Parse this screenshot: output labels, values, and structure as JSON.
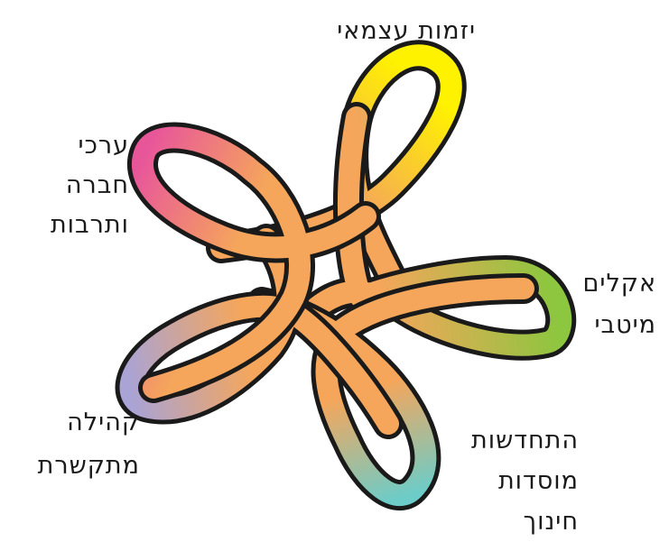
{
  "petals": [
    {
      "id": "top",
      "lines": [
        "יזמות עצמאי"
      ],
      "color": "#fff200"
    },
    {
      "id": "right",
      "lines": [
        "אקלים",
        "מיטבי"
      ],
      "color": "#8dc63f"
    },
    {
      "id": "bottom-right",
      "lines": [
        "התחדשות",
        "מוסדות",
        "חינוך"
      ],
      "color": "#6dccc8"
    },
    {
      "id": "bottom-left",
      "lines": [
        "קהילה",
        "מתקשרת"
      ],
      "color": "#a9a3d6"
    },
    {
      "id": "top-left",
      "lines": [
        "ערכי",
        "חברה",
        "ותרבות"
      ],
      "color": "#e8569a"
    }
  ],
  "core_color": "#f5a65b",
  "outline_color": "#1a1a1a"
}
